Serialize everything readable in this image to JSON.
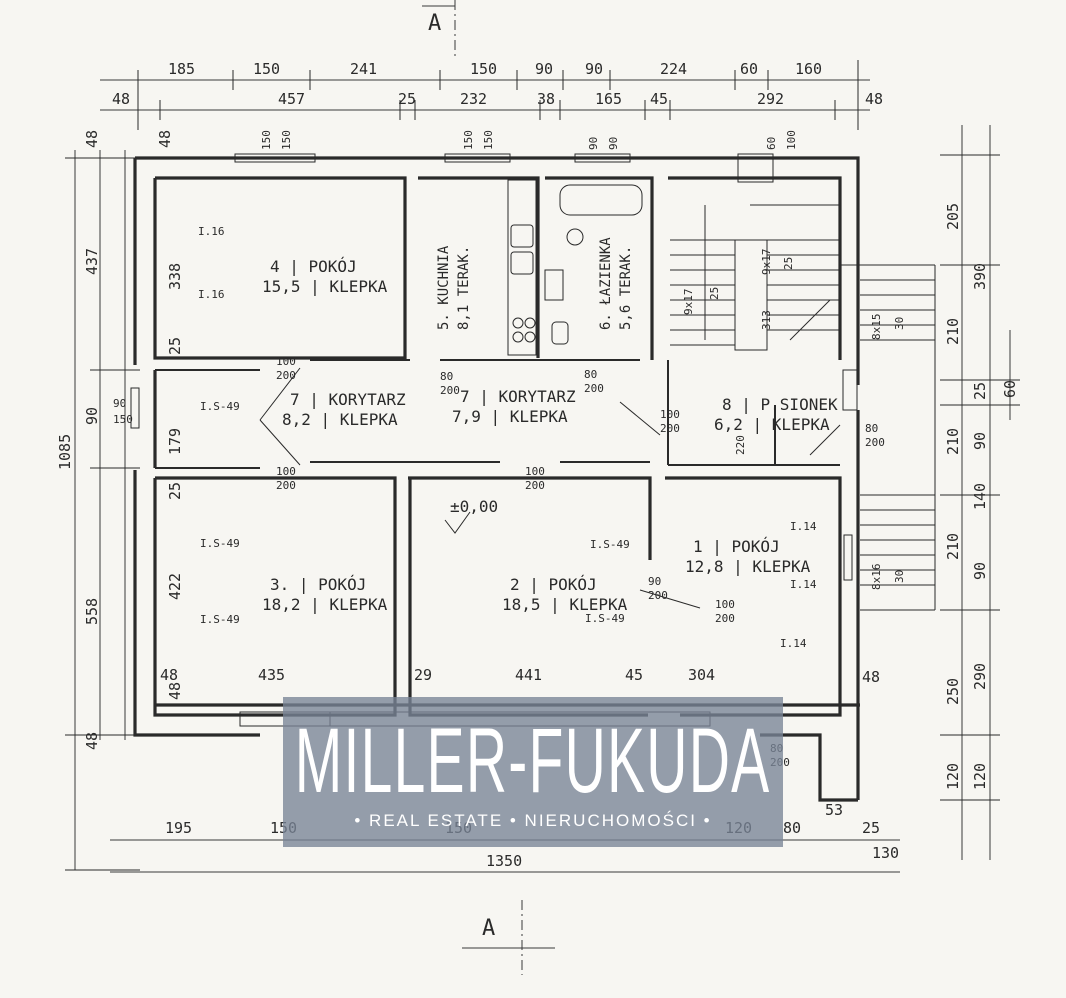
{
  "section_marker": "A",
  "top_dims_row1": [
    "185",
    "150",
    "241",
    "150",
    "90",
    "90",
    "224",
    "60",
    "160"
  ],
  "top_dims_row2": [
    "48",
    "457",
    "25",
    "232",
    "38",
    "165",
    "45",
    "292",
    "48"
  ],
  "window_dims_top": [
    "150",
    "150",
    "150",
    "150",
    "90",
    "90",
    "60",
    "100"
  ],
  "left_dims": [
    "48",
    "437",
    "90",
    "1085",
    "558",
    "48"
  ],
  "inner_left_dims": [
    "338",
    "25",
    "179",
    "25",
    "422",
    "48"
  ],
  "left_window_dims": [
    "90",
    "150"
  ],
  "right_dims": [
    "205",
    "390",
    "210",
    "25",
    "60",
    "210",
    "90",
    "140",
    "210",
    "90",
    "290",
    "250",
    "120",
    "120"
  ],
  "bottom_dims_row1": [
    "195",
    "150",
    "150",
    "120",
    "80",
    "53",
    "25"
  ],
  "bottom_dims_row2": [
    "1350",
    "130"
  ],
  "inner_bottom_dims": [
    "48",
    "435",
    "29",
    "441",
    "45",
    "304",
    "48"
  ],
  "rooms": [
    {
      "num": "4",
      "name": "POKÓJ",
      "area": "15,5",
      "floor": "KLEPKA"
    },
    {
      "num": "5.",
      "name": "KUCHNIA",
      "area": "8,1",
      "floor": "TERAK."
    },
    {
      "num": "6.",
      "name": "ŁAZIENKA",
      "area": "5,6",
      "floor": "TERAK."
    },
    {
      "num": "7",
      "name": "KORYTARZ",
      "area": "8,2",
      "floor": "KLEPKA"
    },
    {
      "num": "7",
      "name": "KORYTARZ",
      "area": "7,9",
      "floor": "KLEPKA"
    },
    {
      "num": "8",
      "name": "P.SIONEK",
      "area": "6,2",
      "floor": "KLEPKA"
    },
    {
      "num": "3.",
      "name": "POKÓJ",
      "area": "18,2",
      "floor": "KLEPKA"
    },
    {
      "num": "2",
      "name": "POKÓJ",
      "area": "18,5",
      "floor": "KLEPKA"
    },
    {
      "num": "1",
      "name": "POKÓJ",
      "area": "12,8",
      "floor": "KLEPKA"
    }
  ],
  "door_labels": [
    "100/200",
    "100/200",
    "80/200",
    "80/200",
    "100/200",
    "100/200",
    "100/200",
    "80/200",
    "90/200",
    "80/200"
  ],
  "radiator_labels": [
    "I.16",
    "I.16",
    "I.S-49",
    "I.S-49",
    "I.S-49",
    "I.S-49",
    "I.S-49",
    "I.14",
    "I.14",
    "I.14"
  ],
  "stair_labels": [
    "9x17",
    "25",
    "313",
    "9x17",
    "25",
    "8x15",
    "30",
    "8x16",
    "30",
    "220"
  ],
  "level_mark": "±0,00",
  "watermark": {
    "title": "MILLER-FUKUDA",
    "subtitle": "• REAL ESTATE • NIERUCHOMOŚCI •"
  }
}
